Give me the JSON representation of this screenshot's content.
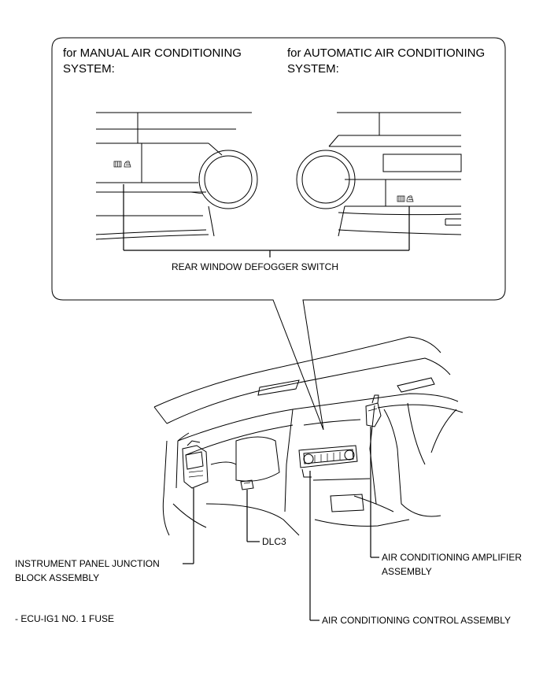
{
  "callout": {
    "manual_line1": "for MANUAL AIR CONDITIONING",
    "manual_line2": "SYSTEM:",
    "auto_line1": "for AUTOMATIC AIR CONDITIONING",
    "auto_line2": "SYSTEM:",
    "switch_label": "REAR WINDOW DEFOGGER SWITCH"
  },
  "labels": {
    "dlc3": "DLC3",
    "junction_line1": "INSTRUMENT PANEL JUNCTION",
    "junction_line2": "BLOCK ASSEMBLY",
    "fuse": "- ECU-IG1 NO. 1 FUSE",
    "amplifier_line1": "AIR CONDITIONING AMPLIFIER",
    "amplifier_line2": "ASSEMBLY",
    "control": "AIR CONDITIONING CONTROL ASSEMBLY"
  }
}
